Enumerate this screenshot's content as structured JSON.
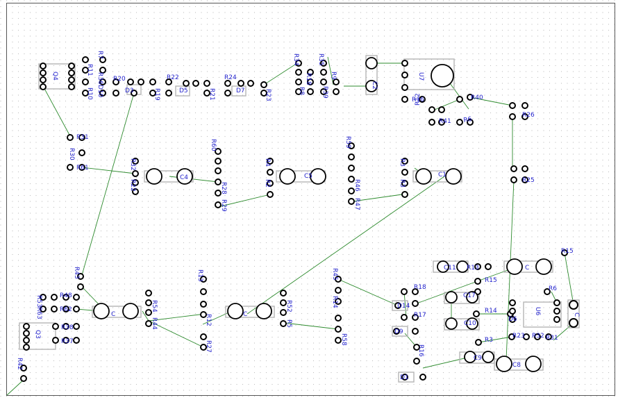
{
  "board": {
    "background": "#ffffff",
    "grid_color": "#bdbdbd",
    "wire_color": "#2e8b2e",
    "label_color": "#2222cc",
    "outline_color": "#b5b5b5"
  },
  "labels": {
    "q4": "Q4",
    "r7": "R7",
    "r11": "R11",
    "r10": "R10",
    "r36": "R36",
    "d10": "D10",
    "r20": "R20",
    "d3": "D3",
    "r19": "R19",
    "r22": "R22",
    "d5": "D5",
    "r21": "R21",
    "r24": "R24",
    "d7": "D7",
    "r23": "R23",
    "r34": "R34",
    "r18": "R18",
    "r8": "R8",
    "r35": "R35",
    "r9": "R9",
    "r39": "R39",
    "c2": "C2",
    "u7": "U7",
    "r40": "R40",
    "r16": "R16",
    "r12": "R12",
    "r41": "R41",
    "r6": "R6",
    "r26": "R26",
    "r25": "R25",
    "r31": "R31",
    "r30": "R30",
    "r61": "R61",
    "r32": "R32",
    "r22b": "R22",
    "c4": "C4",
    "r60": "R60",
    "r28": "R28",
    "r29": "R29",
    "r4": "R4",
    "r2": "R2",
    "c5": "C5",
    "r59": "R59",
    "r46": "R46",
    "r47": "R47",
    "r3": "R3",
    "r3b": "R3",
    "c1": "C1",
    "r43": "R43",
    "r53": "R53",
    "r48": "R48",
    "r63": "R63",
    "r62": "R62",
    "r38": "R38",
    "r37": "R37",
    "r54": "R54",
    "c_mid": "C",
    "r44": "R44",
    "r13": "R13",
    "r12b": "R12",
    "r27": "R27",
    "c_ctr": "C",
    "r52": "R52",
    "r5": "R5",
    "r45": "R45",
    "r14": "R14",
    "r58": "R58",
    "r42": "R42",
    "q3": "Q3",
    "c11": "C11",
    "r13b": "R13",
    "c_right": "C",
    "r15": "R15",
    "r18b": "R18",
    "r15b": "R15",
    "c17": "C17",
    "r17": "R17",
    "d14": "D14",
    "d9": "D9",
    "r6b": "R6",
    "u6": "U6",
    "c10": "C10",
    "r14b": "R14",
    "c_low": "C",
    "r3c": "R3",
    "d1": "D1",
    "r16b": "R16",
    "c9": "C9",
    "d6": "D6",
    "r23b": "R23",
    "r32b": "R32",
    "r31b": "R31",
    "c8": "C8"
  }
}
